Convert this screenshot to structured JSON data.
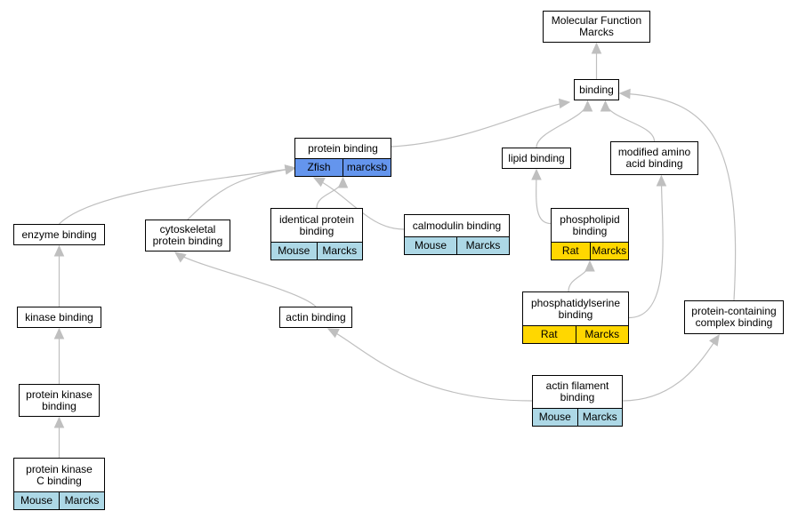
{
  "colors": {
    "edge": "#bfbfbf",
    "zfish": "#6495ed",
    "mouse": "#add8e6",
    "rat": "#ffd700"
  },
  "nodes": [
    {
      "id": "mf",
      "label": "Molecular Function Marcks",
      "lines": [
        "Molecular Function",
        "Marcks"
      ],
      "annotations": []
    },
    {
      "id": "binding",
      "label": "binding",
      "lines": [
        "binding"
      ],
      "annotations": []
    },
    {
      "id": "protein_binding",
      "label": "protein binding",
      "lines": [
        "protein binding"
      ],
      "annotations": [
        {
          "species": "Zfish",
          "gene": "marcksb",
          "color_key": "zfish"
        }
      ]
    },
    {
      "id": "lipid_binding",
      "label": "lipid binding",
      "lines": [
        "lipid binding"
      ],
      "annotations": []
    },
    {
      "id": "modified_amino_acid_binding",
      "label": "modified amino acid binding",
      "lines": [
        "modified amino",
        "acid binding"
      ],
      "annotations": []
    },
    {
      "id": "enzyme_binding",
      "label": "enzyme binding",
      "lines": [
        "enzyme binding"
      ],
      "annotations": []
    },
    {
      "id": "cytoskeletal_protein_binding",
      "label": "cytoskeletal protein binding",
      "lines": [
        "cytoskeletal",
        "protein binding"
      ],
      "annotations": []
    },
    {
      "id": "identical_protein_binding",
      "label": "identical protein binding",
      "lines": [
        "identical protein",
        "binding"
      ],
      "annotations": [
        {
          "species": "Mouse",
          "gene": "Marcks",
          "color_key": "mouse"
        }
      ]
    },
    {
      "id": "calmodulin_binding",
      "label": "calmodulin binding",
      "lines": [
        "calmodulin binding"
      ],
      "annotations": [
        {
          "species": "Mouse",
          "gene": "Marcks",
          "color_key": "mouse"
        }
      ]
    },
    {
      "id": "phospholipid_binding",
      "label": "phospholipid binding",
      "lines": [
        "phospholipid",
        "binding"
      ],
      "annotations": [
        {
          "species": "Rat",
          "gene": "Marcks",
          "color_key": "rat"
        }
      ]
    },
    {
      "id": "kinase_binding",
      "label": "kinase binding",
      "lines": [
        "kinase binding"
      ],
      "annotations": []
    },
    {
      "id": "actin_binding",
      "label": "actin binding",
      "lines": [
        "actin binding"
      ],
      "annotations": []
    },
    {
      "id": "phosphatidylserine_binding",
      "label": "phosphatidylserine binding",
      "lines": [
        "phosphatidylserine",
        "binding"
      ],
      "annotations": [
        {
          "species": "Rat",
          "gene": "Marcks",
          "color_key": "rat"
        }
      ]
    },
    {
      "id": "protein_containing_complex_binding",
      "label": "protein-containing complex binding",
      "lines": [
        "protein-containing",
        "complex binding"
      ],
      "annotations": []
    },
    {
      "id": "protein_kinase_binding",
      "label": "protein kinase binding",
      "lines": [
        "protein kinase",
        "binding"
      ],
      "annotations": []
    },
    {
      "id": "actin_filament_binding",
      "label": "actin filament binding",
      "lines": [
        "actin filament",
        "binding"
      ],
      "annotations": [
        {
          "species": "Mouse",
          "gene": "Marcks",
          "color_key": "mouse"
        }
      ]
    },
    {
      "id": "protein_kinase_c_binding",
      "label": "protein kinase C binding",
      "lines": [
        "protein kinase",
        "C binding"
      ],
      "annotations": [
        {
          "species": "Mouse",
          "gene": "Marcks",
          "color_key": "mouse"
        }
      ]
    }
  ],
  "edges": [
    {
      "from": "binding",
      "to": "mf"
    },
    {
      "from": "protein_binding",
      "to": "binding"
    },
    {
      "from": "lipid_binding",
      "to": "binding"
    },
    {
      "from": "modified_amino_acid_binding",
      "to": "binding"
    },
    {
      "from": "protein_containing_complex_binding",
      "to": "binding"
    },
    {
      "from": "enzyme_binding",
      "to": "protein_binding"
    },
    {
      "from": "cytoskeletal_protein_binding",
      "to": "protein_binding"
    },
    {
      "from": "identical_protein_binding",
      "to": "protein_binding"
    },
    {
      "from": "calmodulin_binding",
      "to": "protein_binding"
    },
    {
      "from": "phospholipid_binding",
      "to": "lipid_binding"
    },
    {
      "from": "phosphatidylserine_binding",
      "to": "phospholipid_binding"
    },
    {
      "from": "phosphatidylserine_binding",
      "to": "modified_amino_acid_binding"
    },
    {
      "from": "kinase_binding",
      "to": "enzyme_binding"
    },
    {
      "from": "protein_kinase_binding",
      "to": "kinase_binding"
    },
    {
      "from": "protein_kinase_c_binding",
      "to": "protein_kinase_binding"
    },
    {
      "from": "actin_binding",
      "to": "cytoskeletal_protein_binding"
    },
    {
      "from": "actin_filament_binding",
      "to": "actin_binding"
    },
    {
      "from": "actin_filament_binding",
      "to": "protein_containing_complex_binding"
    }
  ]
}
